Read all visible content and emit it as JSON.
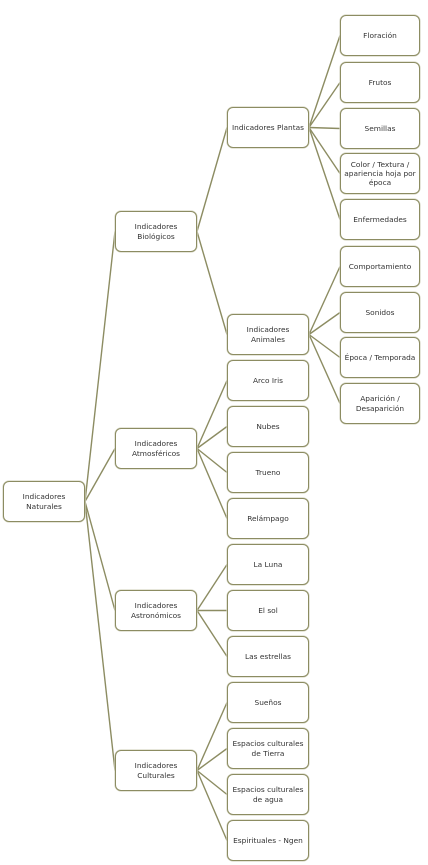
{
  "nodes": {
    "root": "Indicadores Naturales",
    "biologicos": "Indicadores Biológicos",
    "atmosfericos": "Indicadores Atmosféricos",
    "astronomicos": "Indicadores Astronómicos",
    "culturales": "Indicadores Culturales",
    "plantas": "Indicadores Plantas",
    "animales": "Indicadores Animales",
    "floracion": "Floración",
    "frutos": "Frutos",
    "semillas": "Semillas",
    "color_textura": "Color / Textura / apariencia hoja por época",
    "enfermedades": "Enfermedades",
    "comportamiento": "Comportamiento",
    "sonidos": "Sonidos",
    "epoca": "Época / Temporada",
    "aparicion": "Aparición / Desaparición",
    "arco_iris": "Arco Iris",
    "nubes": "Nubes",
    "trueno": "Trueno",
    "relampago": "Relámpago",
    "la_luna": "La Luna",
    "el_sol": "El sol",
    "las_estrellas": "Las estrellas",
    "suenos": "Sueños",
    "espacios_tierra": "Espacios culturales de Tierra",
    "espacios_agua": "Espacios culturales de agua",
    "espirituales": "Espirituales - Ngen"
  },
  "colors": {
    "line": "#8c8c62",
    "border": "#8c8c62",
    "text": "#333333"
  }
}
